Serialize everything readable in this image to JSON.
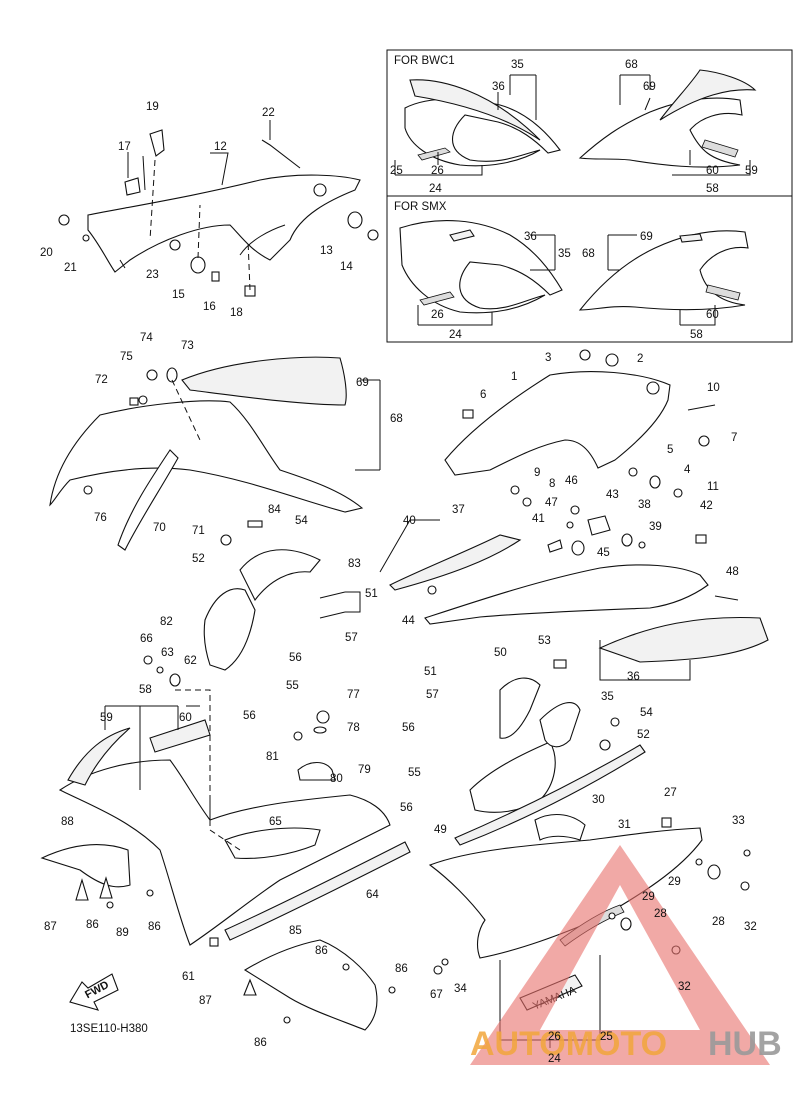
{
  "callouts": [
    {
      "id": "c1",
      "text": "1"
    },
    {
      "id": "c2",
      "text": "2"
    },
    {
      "id": "c3",
      "text": "3"
    },
    {
      "id": "c4",
      "text": "4"
    },
    {
      "id": "c5",
      "text": "5"
    },
    {
      "id": "c6",
      "text": "6"
    },
    {
      "id": "c7",
      "text": "7"
    },
    {
      "id": "c8",
      "text": "8"
    },
    {
      "id": "c9",
      "text": "9"
    },
    {
      "id": "c10",
      "text": "10"
    },
    {
      "id": "c11",
      "text": "11"
    },
    {
      "id": "c12",
      "text": "12"
    },
    {
      "id": "c13",
      "text": "13"
    },
    {
      "id": "c14",
      "text": "14"
    },
    {
      "id": "c15",
      "text": "15"
    },
    {
      "id": "c16",
      "text": "16"
    },
    {
      "id": "c17",
      "text": "17"
    },
    {
      "id": "c18",
      "text": "18"
    },
    {
      "id": "c19",
      "text": "19"
    },
    {
      "id": "c20",
      "text": "20"
    },
    {
      "id": "c21",
      "text": "21"
    },
    {
      "id": "c22",
      "text": "22"
    },
    {
      "id": "c23",
      "text": "23"
    },
    {
      "id": "c24a",
      "text": "24"
    },
    {
      "id": "c25a",
      "text": "25"
    },
    {
      "id": "c26a",
      "text": "26"
    },
    {
      "id": "c35a",
      "text": "35"
    },
    {
      "id": "c36a",
      "text": "36"
    },
    {
      "id": "c68a",
      "text": "68"
    },
    {
      "id": "c69a",
      "text": "69"
    },
    {
      "id": "c60a",
      "text": "60"
    },
    {
      "id": "c59a",
      "text": "59"
    },
    {
      "id": "c58a",
      "text": "58"
    },
    {
      "id": "c36b",
      "text": "36"
    },
    {
      "id": "c35b",
      "text": "35"
    },
    {
      "id": "c69b",
      "text": "69"
    },
    {
      "id": "c68b",
      "text": "68"
    },
    {
      "id": "c26b",
      "text": "26"
    },
    {
      "id": "c24b",
      "text": "24"
    },
    {
      "id": "c60b",
      "text": "60"
    },
    {
      "id": "c58b",
      "text": "58"
    },
    {
      "id": "c74",
      "text": "74"
    },
    {
      "id": "c75",
      "text": "75"
    },
    {
      "id": "c73",
      "text": "73"
    },
    {
      "id": "c72",
      "text": "72"
    },
    {
      "id": "c69c",
      "text": "69"
    },
    {
      "id": "c68c",
      "text": "68"
    },
    {
      "id": "c76",
      "text": "76"
    },
    {
      "id": "c70",
      "text": "70"
    },
    {
      "id": "c71",
      "text": "71"
    },
    {
      "id": "c84",
      "text": "84"
    },
    {
      "id": "c54a",
      "text": "54"
    },
    {
      "id": "c52a",
      "text": "52"
    },
    {
      "id": "c83",
      "text": "83"
    },
    {
      "id": "c51a",
      "text": "51"
    },
    {
      "id": "c82",
      "text": "82"
    },
    {
      "id": "c57a",
      "text": "57"
    },
    {
      "id": "c56a",
      "text": "56"
    },
    {
      "id": "c55a",
      "text": "55"
    },
    {
      "id": "c56b",
      "text": "56"
    },
    {
      "id": "c66",
      "text": "66"
    },
    {
      "id": "c63",
      "text": "63"
    },
    {
      "id": "c62",
      "text": "62"
    },
    {
      "id": "c40",
      "text": "40"
    },
    {
      "id": "c37",
      "text": "37"
    },
    {
      "id": "c44",
      "text": "44"
    },
    {
      "id": "c46",
      "text": "46"
    },
    {
      "id": "c47",
      "text": "47"
    },
    {
      "id": "c41",
      "text": "41"
    },
    {
      "id": "c45",
      "text": "45"
    },
    {
      "id": "c43",
      "text": "43"
    },
    {
      "id": "c38",
      "text": "38"
    },
    {
      "id": "c39",
      "text": "39"
    },
    {
      "id": "c42",
      "text": "42"
    },
    {
      "id": "c48",
      "text": "48"
    },
    {
      "id": "c36c",
      "text": "36"
    },
    {
      "id": "c35c",
      "text": "35"
    },
    {
      "id": "c53",
      "text": "53"
    },
    {
      "id": "c50",
      "text": "50"
    },
    {
      "id": "c51b",
      "text": "51"
    },
    {
      "id": "c57b",
      "text": "57"
    },
    {
      "id": "c54b",
      "text": "54"
    },
    {
      "id": "c52b",
      "text": "52"
    },
    {
      "id": "c56c",
      "text": "56"
    },
    {
      "id": "c55b",
      "text": "55"
    },
    {
      "id": "c56d",
      "text": "56"
    },
    {
      "id": "c49",
      "text": "49"
    },
    {
      "id": "c30",
      "text": "30"
    },
    {
      "id": "c31",
      "text": "31"
    },
    {
      "id": "c27",
      "text": "27"
    },
    {
      "id": "c33",
      "text": "33"
    },
    {
      "id": "c29a",
      "text": "29"
    },
    {
      "id": "c28a",
      "text": "28"
    },
    {
      "id": "c32a",
      "text": "32"
    },
    {
      "id": "c29b",
      "text": "29"
    },
    {
      "id": "c28b",
      "text": "28"
    },
    {
      "id": "c32b",
      "text": "32"
    },
    {
      "id": "c67",
      "text": "67"
    },
    {
      "id": "c34",
      "text": "34"
    },
    {
      "id": "c26c",
      "text": "26"
    },
    {
      "id": "c25b",
      "text": "25"
    },
    {
      "id": "c24c",
      "text": "24"
    },
    {
      "id": "c58c",
      "text": "58"
    },
    {
      "id": "c59b",
      "text": "59"
    },
    {
      "id": "c60c",
      "text": "60"
    },
    {
      "id": "c77",
      "text": "77"
    },
    {
      "id": "c78",
      "text": "78"
    },
    {
      "id": "c81",
      "text": "81"
    },
    {
      "id": "c79",
      "text": "79"
    },
    {
      "id": "c80",
      "text": "80"
    },
    {
      "id": "c65",
      "text": "65"
    },
    {
      "id": "c64",
      "text": "64"
    },
    {
      "id": "c88",
      "text": "88"
    },
    {
      "id": "c87a",
      "text": "87"
    },
    {
      "id": "c86a",
      "text": "86"
    },
    {
      "id": "c89",
      "text": "89"
    },
    {
      "id": "c86b",
      "text": "86"
    },
    {
      "id": "c61",
      "text": "61"
    },
    {
      "id": "c85",
      "text": "85"
    },
    {
      "id": "c86c",
      "text": "86"
    },
    {
      "id": "c86d",
      "text": "86"
    },
    {
      "id": "c87b",
      "text": "87"
    },
    {
      "id": "c86e",
      "text": "86"
    }
  ],
  "variants": {
    "bwc1_label": "FOR BWC1",
    "smx_label": "FOR SMX"
  },
  "fwd_label": "FWD",
  "drawing_code": "13SE110-H380",
  "decal_text": "YAMAHA",
  "watermark": {
    "part1": "AUTOMOTO",
    "part2": "HUB",
    "colors": {
      "orange": "#f2a63c",
      "grey": "#9a9a9a",
      "triangle": "#e8706a"
    }
  }
}
